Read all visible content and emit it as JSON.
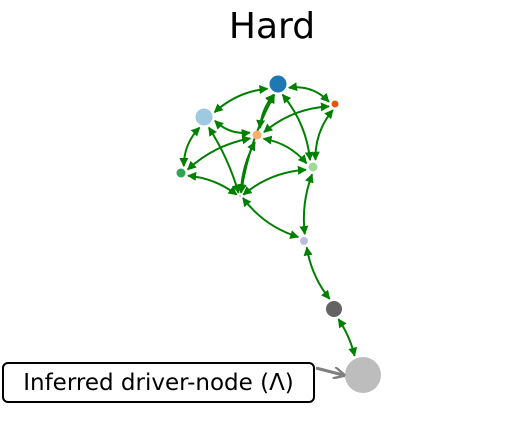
{
  "title": "Hard",
  "callout": {
    "label": "Inferred driver-node (Λ)",
    "target_node": "n10"
  },
  "colors": {
    "edge": "#008000",
    "callout_arrow": "#808080",
    "callout_border": "#000000"
  },
  "graph": {
    "nodes": [
      {
        "id": "n1",
        "color": "#1f77b4"
      },
      {
        "id": "n2",
        "color": "#e6550d"
      },
      {
        "id": "n3",
        "color": "#9ecae1"
      },
      {
        "id": "n4",
        "color": "#fdae6b"
      },
      {
        "id": "n5",
        "color": "#31a354"
      },
      {
        "id": "n6",
        "color": "#a1d99b"
      },
      {
        "id": "n7",
        "color": "#000000"
      },
      {
        "id": "n8",
        "color": "#bcbddc"
      },
      {
        "id": "n9",
        "color": "#636363"
      },
      {
        "id": "n10",
        "color": "#bdbdbd"
      }
    ],
    "edges": [
      [
        "n1",
        "n3"
      ],
      [
        "n1",
        "n2"
      ],
      [
        "n1",
        "n4"
      ],
      [
        "n1",
        "n6"
      ],
      [
        "n1",
        "n7"
      ],
      [
        "n2",
        "n6"
      ],
      [
        "n2",
        "n4"
      ],
      [
        "n3",
        "n4"
      ],
      [
        "n3",
        "n5"
      ],
      [
        "n3",
        "n7"
      ],
      [
        "n4",
        "n5"
      ],
      [
        "n4",
        "n6"
      ],
      [
        "n4",
        "n7"
      ],
      [
        "n5",
        "n7"
      ],
      [
        "n6",
        "n7"
      ],
      [
        "n6",
        "n8"
      ],
      [
        "n7",
        "n8"
      ],
      [
        "n8",
        "n9"
      ],
      [
        "n9",
        "n10"
      ]
    ],
    "bidirectional": true
  }
}
